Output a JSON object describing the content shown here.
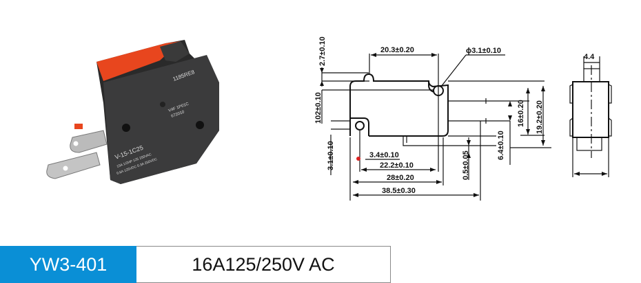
{
  "product": {
    "model": "YW3-401",
    "rating": "16A125/250V AC",
    "accent_color": "#0a8fd6",
    "actuator_color": "#e8461e"
  },
  "photo_markings": {
    "code": "1185RE8",
    "approval": "V4F 1P01C",
    "lot": "672010",
    "part": "V-15-1C25",
    "line1": "15A 1/2HP 125 250VAC",
    "line2": "0.6A 125VDC 0.3A 250VDC"
  },
  "dimensions": {
    "top_width": "20.3±0.20",
    "hole_dia": "ϕ3.1±0.10",
    "actuator_height": "2.7±0.10",
    "hole_offset": "102±0.10",
    "lower_hole": "3.1±0.10",
    "hole_center": "3.4±0.10",
    "hole_span": "22.2±0.10",
    "body_length": "28±0.20",
    "total_length": "38.5±0.30",
    "gap": "0.5±0.05",
    "terminal_pitch": "6.4±0.10",
    "body_height": "16±0.20",
    "total_height": "19.2±0.20",
    "side_width": "4.4"
  }
}
